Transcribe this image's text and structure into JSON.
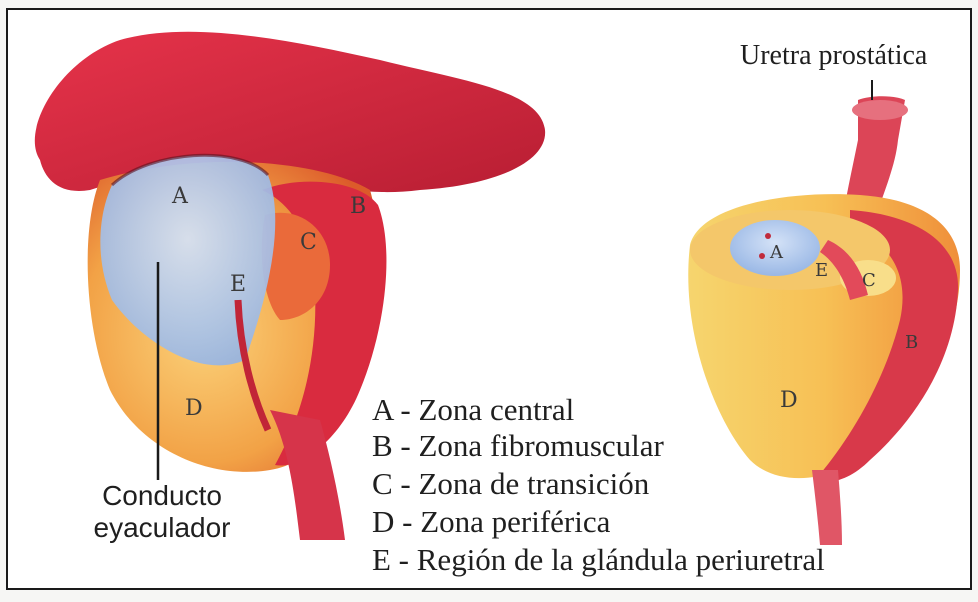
{
  "labels": {
    "left": {
      "a": "A",
      "b": "B",
      "c": "C",
      "d": "D",
      "e": "E"
    },
    "right": {
      "a": "A",
      "b": "B",
      "c": "C",
      "d": "D",
      "e": "E"
    }
  },
  "caption_duct": {
    "line1": "Conducto",
    "line2": "eyaculador"
  },
  "caption_urethra": "Uretra prostática",
  "legend": [
    "A - Zona central",
    "B - Zona fibromuscular",
    "C - Zona de transición",
    "D - Zona periférica",
    "E - Región de la glándula periuretral"
  ],
  "colors": {
    "central": "#a9c3ec",
    "fibromuscular": "#d8283c",
    "transition": "#e8603a",
    "peripheral": "#f3a447",
    "outline": "#1a1a1a"
  }
}
